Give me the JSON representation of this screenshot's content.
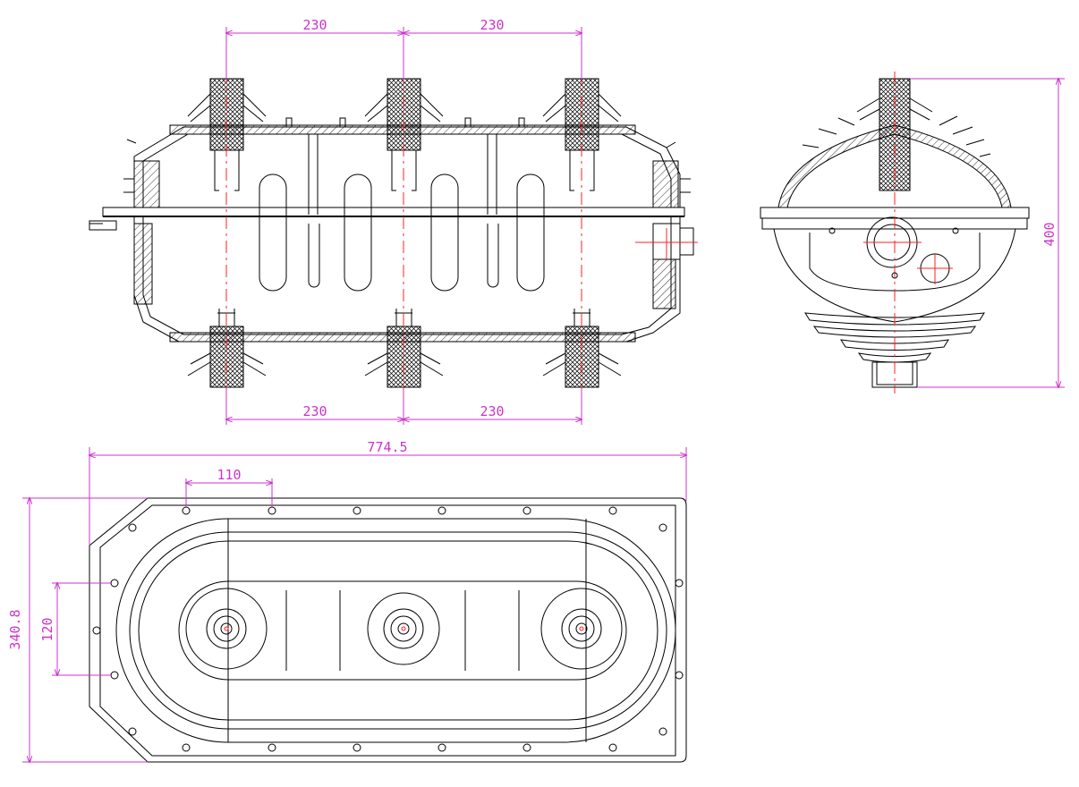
{
  "dimensions": {
    "top_upper_left": "230",
    "top_upper_right": "230",
    "top_lower_left": "230",
    "top_lower_right": "230",
    "side_height": "400",
    "plan_length": "774.5",
    "plan_hole_pitch": "110",
    "plan_width": "340.8",
    "plan_inner": "120"
  },
  "colors": {
    "outline": "#000000",
    "dimension": "#cc33cc",
    "centerline": "#ff2020"
  }
}
